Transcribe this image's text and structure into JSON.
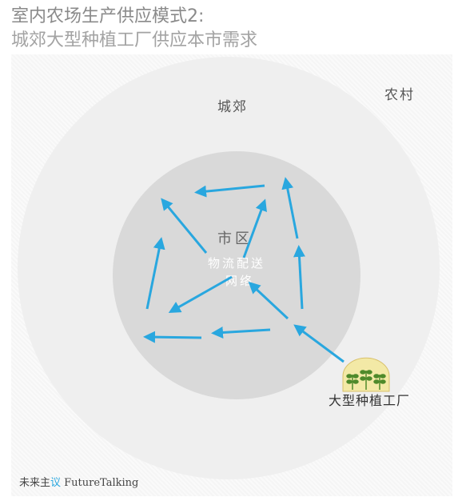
{
  "title": {
    "line1": "室内农场生产供应模式2:",
    "line2": "城郊大型种植工厂供应本市需求"
  },
  "zones": {
    "rural": "农村",
    "suburb": "城郊",
    "city": "市区"
  },
  "network": {
    "line1": "物流配送",
    "line2": "网络"
  },
  "factory": {
    "label": "大型种植工厂",
    "icon": "greenhouse-icon"
  },
  "brand": {
    "prefix": "未来主",
    "accent": "议",
    "suffix": " FutureTalking"
  },
  "colors": {
    "arrow": "#29a7df",
    "outer_circle": "#efefef",
    "city_circle": "#d9d9d9",
    "greenhouse_fill": "#f3e9a6",
    "plant": "#4f8a2b"
  }
}
